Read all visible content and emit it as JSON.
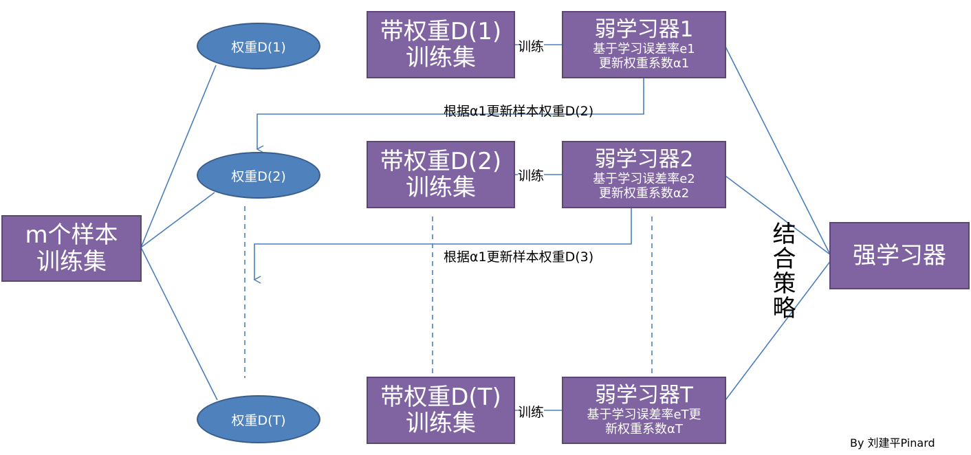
{
  "source": {
    "line1": "m个样本",
    "line2": "训练集"
  },
  "weights": [
    {
      "label": "权重D(1)"
    },
    {
      "label": "权重D(2)"
    },
    {
      "label": "权重D(T)"
    }
  ],
  "train_sets": [
    {
      "line1": "带权重D(1)",
      "line2": "训练集"
    },
    {
      "line1": "带权重D(2)",
      "line2": "训练集"
    },
    {
      "line1": "带权重D(T)",
      "line2": "训练集"
    }
  ],
  "train_label": "训练",
  "learners": [
    {
      "title": "弱学习器1",
      "line1": "基于学习误差率e1",
      "line2": "更新权重系数α1"
    },
    {
      "title": "弱学习器2",
      "line1": "基于学习误差率e2",
      "line2": "更新权重系数α2"
    },
    {
      "title": "弱学习器T",
      "line1": "基于学习误差率eT更",
      "line2": "新权重系数αT"
    }
  ],
  "updates": [
    {
      "label": "根据α1更新样本权重D(2)"
    },
    {
      "label": "根据α1更新样本权重D(3)"
    }
  ],
  "combine_label": "结合策略",
  "strong": {
    "label": "强学习器"
  },
  "credit": "By 刘建平Pinard",
  "colors": {
    "box": "#8064a2",
    "ellipse": "#4f81bd",
    "line": "#4a7ebb"
  }
}
